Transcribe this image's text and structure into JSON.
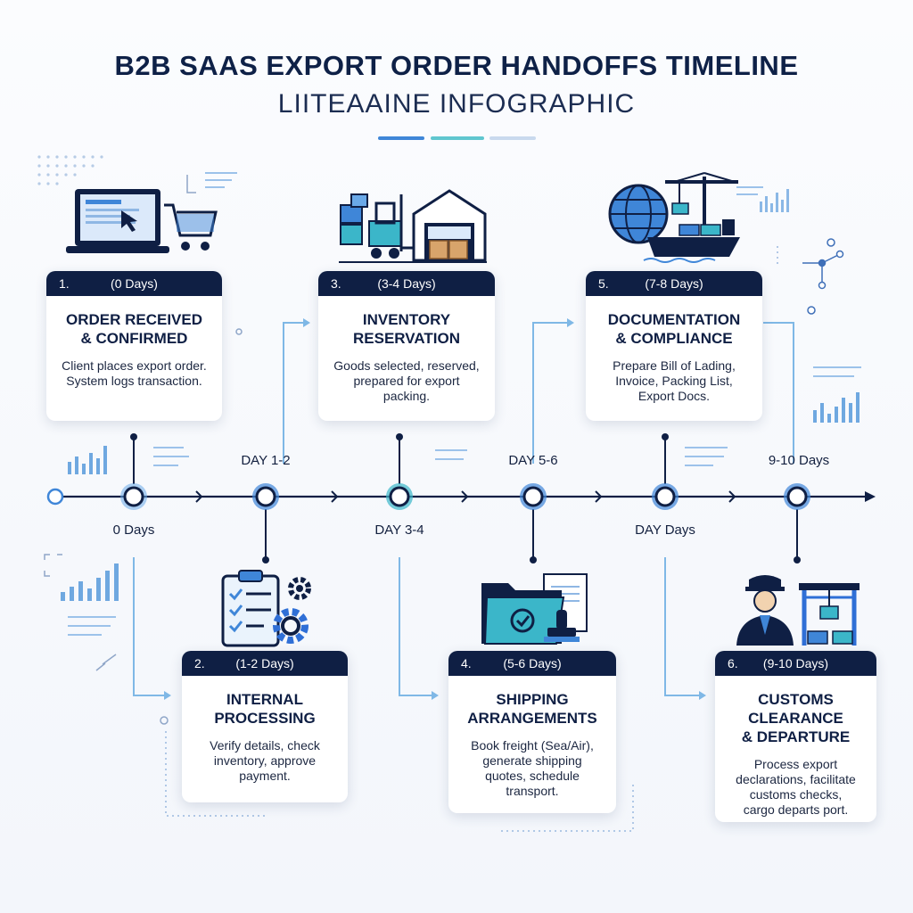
{
  "header": {
    "title": "B2B SAAS EXPORT ORDER HANDOFFS TIMELINE",
    "subtitle": "LIITEAAINE INFOGRAPHIC"
  },
  "colors": {
    "navy": "#0f1f44",
    "blue": "#2f6fd6",
    "teal": "#3bb6c9",
    "lightblue": "#7fb8e6"
  },
  "steps": [
    {
      "num": "1.",
      "duration": "(0 Days)",
      "title": "ORDER RECEIVED\n& CONFIRMED",
      "desc": "Client places export order.\nSystem logs transaction.",
      "icon": "laptop-cart-icon"
    },
    {
      "num": "2.",
      "duration": "(1-2 Days)",
      "title": "INTERNAL\nPROCESSING",
      "desc": "Verify details, check\ninventory, approve\npayment.",
      "icon": "checklist-gears-icon"
    },
    {
      "num": "3.",
      "duration": "(3-4 Days)",
      "title": "INVENTORY\nRESERVATION",
      "desc": "Goods selected, reserved,\nprepared for export\npacking.",
      "icon": "warehouse-forklift-icon"
    },
    {
      "num": "4.",
      "duration": "(5-6 Days)",
      "title": "SHIPPING\nARRANGEMENTS",
      "desc": "Book freight (Sea/Air),\ngenerate shipping\nquotes, schedule\ntransport.",
      "icon": "folder-stamp-icon"
    },
    {
      "num": "5.",
      "duration": "(7-8 Days)",
      "title": "DOCUMENTATION\n& COMPLIANCE",
      "desc": "Prepare Bill of Lading,\nInvoice, Packing List,\nExport Docs.",
      "icon": "globe-crane-ship-icon"
    },
    {
      "num": "6.",
      "duration": "(9-10 Days)",
      "title": "CUSTOMS\nCLEARANCE\n& DEPARTURE",
      "desc": "Process export\ndeclarations, facilitate\ncustoms checks,\ncargo departs port.",
      "icon": "customs-officer-icon"
    }
  ],
  "timeline_labels": {
    "above": [
      "DAY 1-2",
      "DAY 5-6",
      "9-10 Days"
    ],
    "below": [
      "0 Days",
      "DAY 3-4",
      "DAY Days"
    ]
  }
}
